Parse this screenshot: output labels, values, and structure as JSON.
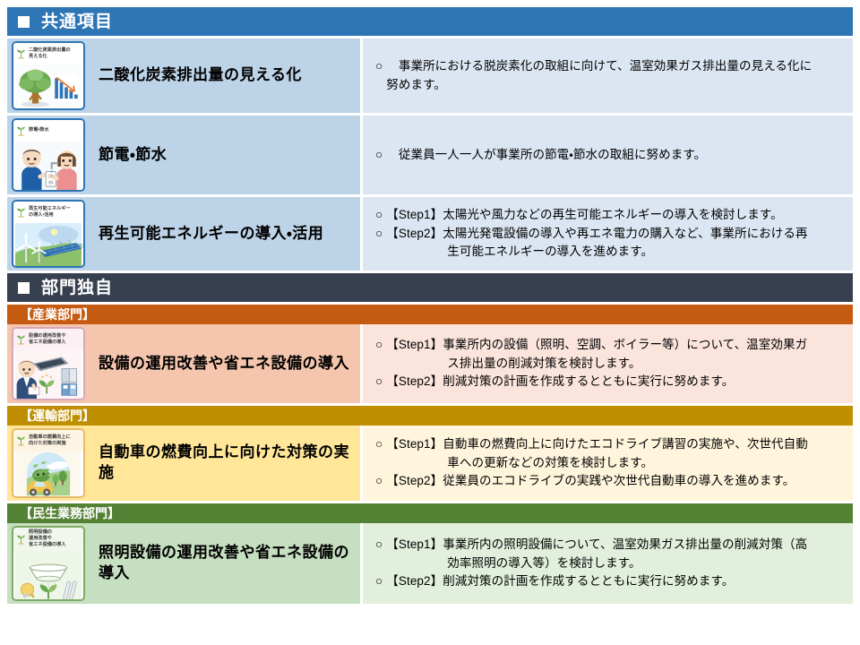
{
  "sections": [
    {
      "id": "common",
      "header_label": "共通項目",
      "header_color": "#2e75b6",
      "band": null,
      "row_title_bg": "#bdd3e8",
      "row_desc_bg": "#dce6f2",
      "icon_border": "#2e75b6",
      "icon_cap_bg": "#ffffff",
      "rows": [
        {
          "icon_name": "co2-visualization-icon",
          "icon_caption": "二酸化炭素排出量の\n見える化",
          "title": "二酸化炭素排出量の見える化",
          "bullets": [
            {
              "mark": "○",
              "lines": [
                "　事業所における脱炭素化の取組に向けて、温室効果ガス排出量の見える化に",
                "努めます。"
              ]
            }
          ]
        },
        {
          "icon_name": "power-water-saving-icon",
          "icon_caption": "節電・節水",
          "title": "節電・節水",
          "bullets": [
            {
              "mark": "○",
              "lines": [
                "　従業員一人一人が事業所の節電・節水の取組に努めます。"
              ]
            }
          ]
        },
        {
          "icon_name": "renewable-energy-icon",
          "icon_caption": "再生可能エネルギー\nの導入・活用",
          "title": "再生可能エネルギーの導入・活用",
          "bullets": [
            {
              "mark": "○",
              "lines": [
                "【Step1】太陽光や風力などの再生可能エネルギーの導入を検討します。"
              ]
            },
            {
              "mark": "○",
              "lines": [
                "【Step2】太陽光発電設備の導入や再エネ電力の購入など、事業所における再",
                "　　　　　生可能エネルギーの導入を進めます。"
              ]
            }
          ]
        }
      ]
    },
    {
      "id": "sector-specific",
      "header_label": "部門独自",
      "header_color": "#37404f",
      "band": null,
      "rows": []
    }
  ],
  "sector_groups": [
    {
      "id": "industry",
      "band_label": "【産業部門】",
      "band_color": "#c55a11",
      "row_title_bg": "#f5c6ad",
      "row_desc_bg": "#fae4db",
      "icon_border": "#d6a8b7",
      "icon_cap_bg": "#fdf0f4",
      "rows": [
        {
          "icon_name": "equipment-energy-saving-icon",
          "icon_caption": "設備の運用改善や\n省エネ設備の導入",
          "title": "設備の運用改善や省エネ設備の導入",
          "bullets": [
            {
              "mark": "○",
              "lines": [
                "【Step1】事業所内の設備（照明、空調、ボイラー等）について、温室効果ガ",
                "　　　　　ス排出量の削減対策を検討します。"
              ]
            },
            {
              "mark": "○",
              "lines": [
                "【Step2】削減対策の計画を作成するとともに実行に努めます。"
              ]
            }
          ]
        }
      ]
    },
    {
      "id": "transport",
      "band_label": "【運輸部門】",
      "band_color": "#bf8f00",
      "row_title_bg": "#ffe699",
      "row_desc_bg": "#fff5dd",
      "icon_border": "#e8b96a",
      "icon_cap_bg": "#fdf4e3",
      "rows": [
        {
          "icon_name": "vehicle-fuel-efficiency-icon",
          "icon_caption": "自動車の燃費向上に\n向けた対策の実施",
          "title": "自動車の燃費向上に向けた対策の実施",
          "bullets": [
            {
              "mark": "○",
              "lines": [
                "【Step1】自動車の燃費向上に向けたエコドライブ講習の実施や、次世代自動",
                "　　　　　車への更新などの対策を検討します。"
              ]
            },
            {
              "mark": "○",
              "lines": [
                "【Step2】従業員のエコドライブの実践や次世代自動車の導入を進めます。"
              ]
            }
          ]
        }
      ]
    },
    {
      "id": "commercial",
      "band_label": "【民生業務部門】",
      "band_color": "#548235",
      "row_title_bg": "#c6dfc0",
      "row_desc_bg": "#e2efdc",
      "icon_border": "#7faa63",
      "icon_cap_bg": "#f2f7ee",
      "rows": [
        {
          "icon_name": "lighting-energy-saving-icon",
          "icon_caption": "照明設備の\n運用改善や\n省エネ設備の導入",
          "title": "照明設備の運用改善や省エネ設備の\n導入",
          "bullets": [
            {
              "mark": "○",
              "lines": [
                "【Step1】事業所内の照明設備について、温室効果ガス排出量の削減対策（高",
                "　　　　　効率照明の導入等）を検討します。"
              ]
            },
            {
              "mark": "○",
              "lines": [
                "【Step2】削減対策の計画を作成するとともに実行に努めます。"
              ]
            }
          ]
        }
      ]
    }
  ]
}
